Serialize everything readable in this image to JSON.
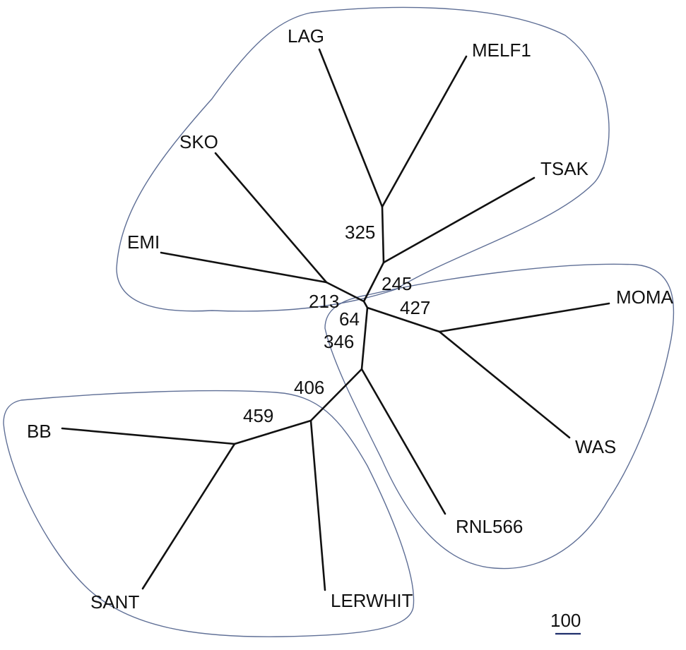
{
  "colors": {
    "branch": "#111111",
    "group_outline": "#5f6f96",
    "scale_bar": "#1f2f6b"
  },
  "taxa": [
    "LAG",
    "MELF1",
    "TSAK",
    "SKO",
    "EMI",
    "MOMA",
    "WAS",
    "RNL566",
    "BB",
    "SANT",
    "LERWHIT"
  ],
  "node_labels": [
    "325",
    "245",
    "213",
    "64",
    "427",
    "346",
    "406",
    "459"
  ],
  "scale": {
    "label": "100"
  }
}
